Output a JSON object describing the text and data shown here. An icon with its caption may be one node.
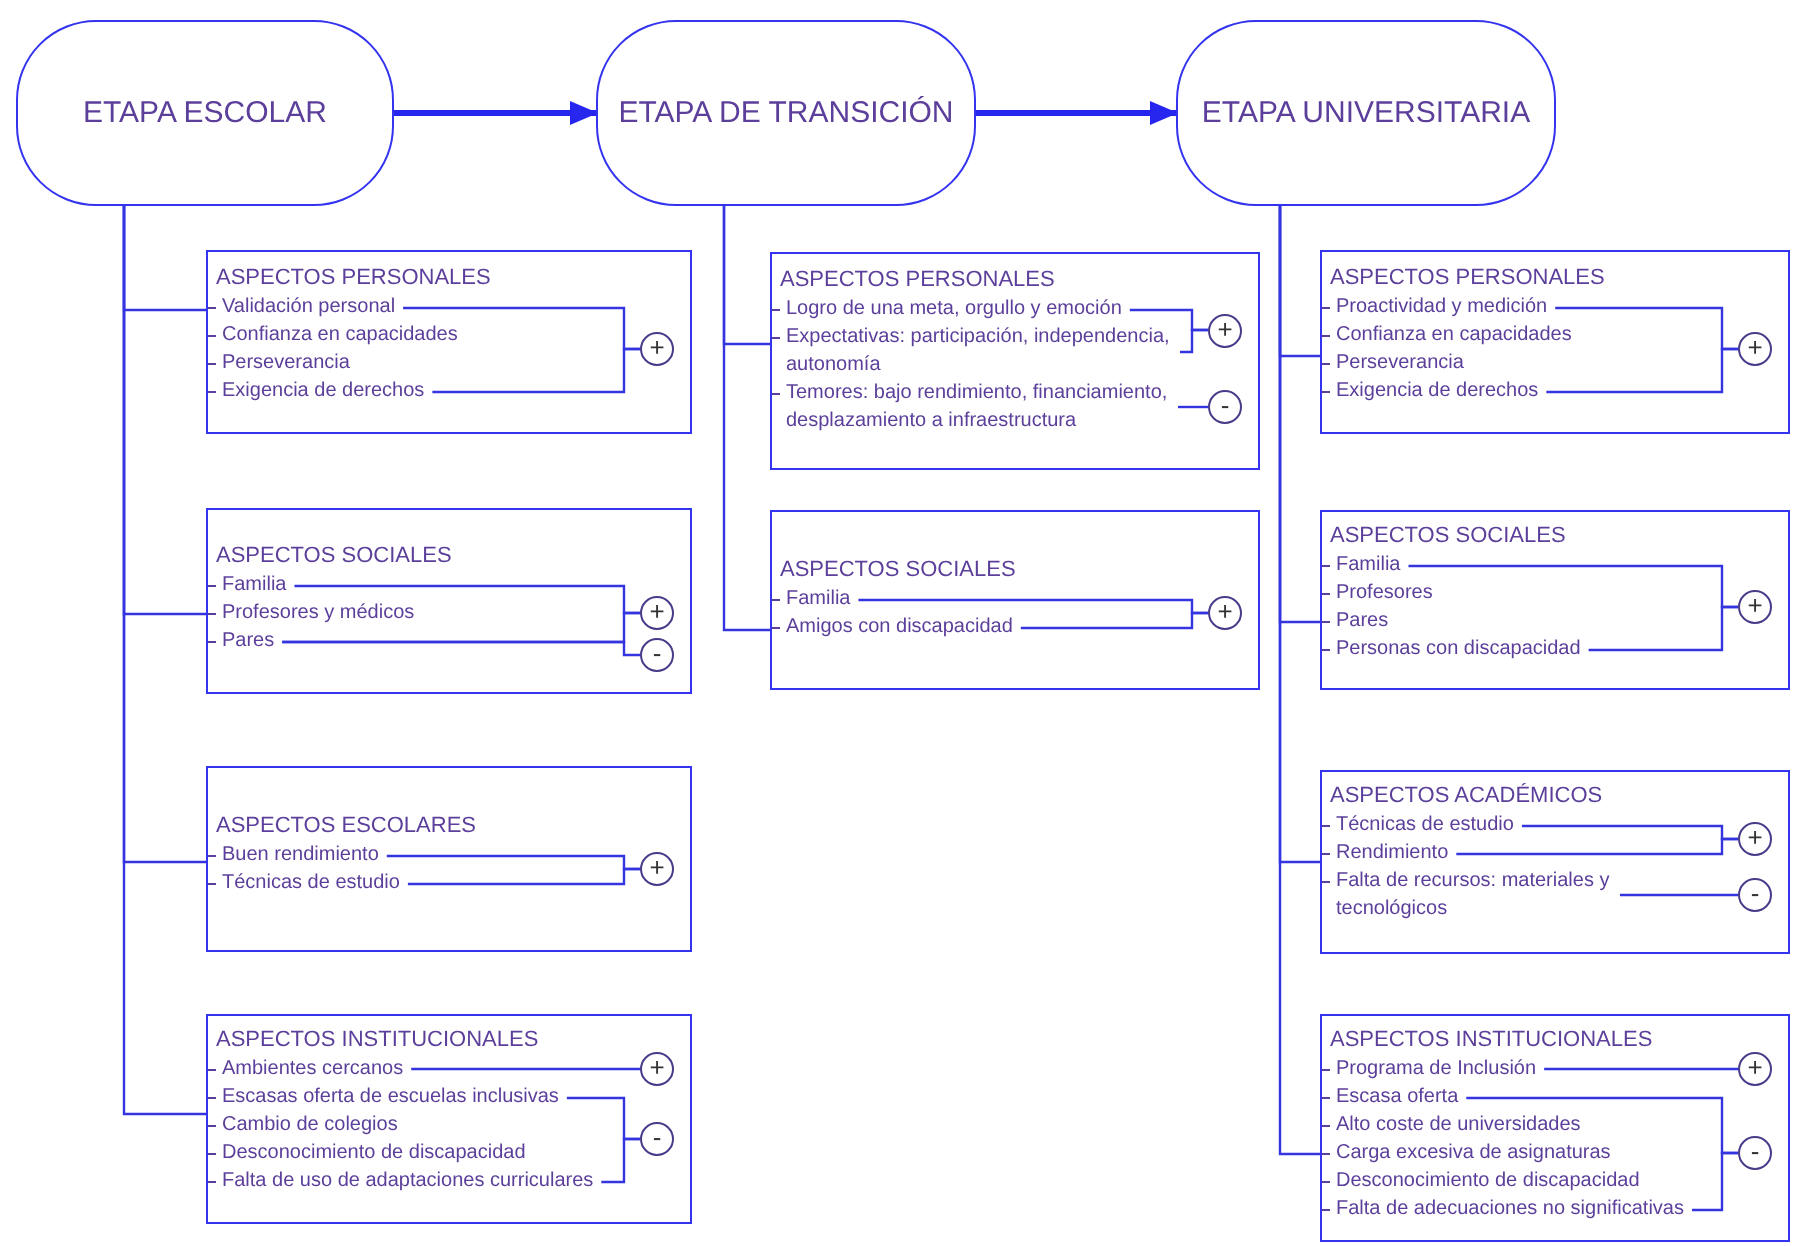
{
  "diagram": {
    "nodes": [
      {
        "text": [
          "ETAPA ESCOLAR"
        ]
      },
      {
        "text": [
          "ETAPA DE TRANSICIÓN"
        ]
      },
      {
        "text": [
          "ETAPA UNIVERSITARIA"
        ]
      },
      {
        "text": [
          "ASPECTOS PERSONALES"
        ]
      },
      {
        "text": [
          "Validación personal"
        ],
        "in": 3
      },
      {
        "text": [
          "Confianza en capacidades"
        ],
        "in": 3
      },
      {
        "text": [
          "Perseverancia"
        ],
        "in": 3
      },
      {
        "text": [
          "Exigencia de derechos"
        ],
        "in": 3
      },
      {
        "text": [
          "+"
        ],
        "in": 3
      },
      {
        "text": [
          "ASPECTOS SOCIALES"
        ]
      },
      {
        "text": [
          "Familia"
        ],
        "in": 9
      },
      {
        "text": [
          "Profesores y médicos"
        ],
        "in": 9
      },
      {
        "text": [
          "Pares"
        ],
        "in": 9
      },
      {
        "text": [
          "+"
        ],
        "in": 9
      },
      {
        "text": [
          "-"
        ],
        "in": 9
      },
      {
        "text": [
          "ASPECTOS ESCOLARES"
        ]
      },
      {
        "text": [
          "Buen rendimiento"
        ],
        "in": 15
      },
      {
        "text": [
          "Técnicas de estudio"
        ],
        "in": 15
      },
      {
        "text": [
          "+"
        ],
        "in": 15
      },
      {
        "text": [
          "ASPECTOS INSTITUCIONALES"
        ]
      },
      {
        "text": [
          "Ambientes cercanos"
        ],
        "in": 19
      },
      {
        "text": [
          "+"
        ],
        "in": 19
      },
      {
        "text": [
          "Escasas oferta de escuelas inclusivas"
        ],
        "in": 19
      },
      {
        "text": [
          "Cambio de colegios"
        ],
        "in": 19
      },
      {
        "text": [
          "Desconocimiento de discapacidad"
        ],
        "in": 19
      },
      {
        "text": [
          "Falta de uso de adaptaciones curriculares"
        ],
        "in": 19
      },
      {
        "text": [
          "-"
        ],
        "in": 19
      },
      {
        "text": [
          "ASPECTOS PERSONALES"
        ]
      },
      {
        "text": [
          "Logro de una meta, orgullo y emoción"
        ],
        "in": 27
      },
      {
        "text": [
          "Expectativas: participación, independencia, autonomía"
        ],
        "in": 27
      },
      {
        "text": [
          "+"
        ],
        "in": 27
      },
      {
        "text": [
          "Temores: bajo rendimiento, financiamiento, desplazamiento a infraestructura"
        ],
        "in": 27
      },
      {
        "text": [
          "-"
        ],
        "in": 27
      },
      {
        "text": [
          "ASPECTOS SOCIALES"
        ]
      },
      {
        "text": [
          "Familia"
        ],
        "in": 33
      },
      {
        "text": [
          "Amigos con discapacidad"
        ],
        "in": 33
      },
      {
        "text": [
          "+"
        ],
        "in": 33
      },
      {
        "text": [
          "ASPECTOS PERSONALES"
        ]
      },
      {
        "text": [
          "Proactividad y medición"
        ],
        "in": 37
      },
      {
        "text": [
          "Confianza en capacidades"
        ],
        "in": 37
      },
      {
        "text": [
          "Perseverancia"
        ],
        "in": 37
      },
      {
        "text": [
          "Exigencia de derechos"
        ],
        "in": 37
      },
      {
        "text": [
          "+"
        ],
        "in": 37
      },
      {
        "text": [
          "ASPECTOS SOCIALES"
        ]
      },
      {
        "text": [
          "Familia"
        ],
        "in": 43
      },
      {
        "text": [
          "Profesores"
        ],
        "in": 43
      },
      {
        "text": [
          "Pares"
        ],
        "in": 43
      },
      {
        "text": [
          "Personas con discapacidad"
        ],
        "in": 43
      },
      {
        "text": [
          "+"
        ],
        "in": 43
      },
      {
        "text": [
          "ASPECTOS ACADÉMICOS"
        ]
      },
      {
        "text": [
          "Técnicas de estudio"
        ],
        "in": 49
      },
      {
        "text": [
          "Rendimiento"
        ],
        "in": 49
      },
      {
        "text": [
          "+"
        ],
        "in": 49
      },
      {
        "text": [
          "Falta de recursos: materiales y tecnológicos"
        ],
        "in": 49
      },
      {
        "text": [
          "-"
        ],
        "in": 49
      },
      {
        "text": [
          "ASPECTOS INSTITUCIONALES"
        ]
      },
      {
        "text": [
          "Programa de Inclusión"
        ],
        "in": 55
      },
      {
        "text": [
          "+"
        ],
        "in": 55
      },
      {
        "text": [
          "Escasa oferta"
        ],
        "in": 55
      },
      {
        "text": [
          "Alto coste de universidades"
        ],
        "in": 55
      },
      {
        "text": [
          "Carga excesiva de asignaturas"
        ],
        "in": 55
      },
      {
        "text": [
          "Desconocimiento de discapacidad"
        ],
        "in": 55
      },
      {
        "text": [
          "Falta de adecuaciones no significativas"
        ],
        "in": 55
      },
      {
        "text": [
          "-"
        ],
        "in": 55
      }
    ],
    "edges": [
      {
        "from": 0,
        "to": 1,
        "arrow": "to",
        "style": "thick"
      },
      {
        "from": 1,
        "to": 2,
        "arrow": "to",
        "style": "thick"
      },
      {
        "from": 0,
        "to": 3,
        "arrow": "none"
      },
      {
        "from": 0,
        "to": 9,
        "arrow": "none"
      },
      {
        "from": 0,
        "to": 15,
        "arrow": "none"
      },
      {
        "from": 0,
        "to": 19,
        "arrow": "none"
      },
      {
        "from": 1,
        "to": 27,
        "arrow": "none"
      },
      {
        "from": 1,
        "to": 33,
        "arrow": "none"
      },
      {
        "from": 2,
        "to": 37,
        "arrow": "none"
      },
      {
        "from": 2,
        "to": 43,
        "arrow": "none"
      },
      {
        "from": 2,
        "to": 49,
        "arrow": "none"
      },
      {
        "from": 2,
        "to": 55,
        "arrow": "none"
      },
      {
        "from": 4,
        "to": 8,
        "arrow": "none"
      },
      {
        "from": 7,
        "to": 8,
        "arrow": "none"
      },
      {
        "from": 10,
        "to": 13,
        "arrow": "none"
      },
      {
        "from": 12,
        "to": 13,
        "arrow": "none"
      },
      {
        "from": 12,
        "to": 14,
        "arrow": "none"
      },
      {
        "from": 16,
        "to": 18,
        "arrow": "none"
      },
      {
        "from": 17,
        "to": 18,
        "arrow": "none"
      },
      {
        "from": 20,
        "to": 21,
        "arrow": "none"
      },
      {
        "from": 22,
        "to": 26,
        "arrow": "none"
      },
      {
        "from": 25,
        "to": 26,
        "arrow": "none"
      },
      {
        "from": 28,
        "to": 30,
        "arrow": "none"
      },
      {
        "from": 29,
        "to": 30,
        "arrow": "none"
      },
      {
        "from": 31,
        "to": 32,
        "arrow": "none"
      },
      {
        "from": 34,
        "to": 36,
        "arrow": "none"
      },
      {
        "from": 35,
        "to": 36,
        "arrow": "none"
      },
      {
        "from": 38,
        "to": 42,
        "arrow": "none"
      },
      {
        "from": 41,
        "to": 42,
        "arrow": "none"
      },
      {
        "from": 44,
        "to": 48,
        "arrow": "none"
      },
      {
        "from": 47,
        "to": 48,
        "arrow": "none"
      },
      {
        "from": 50,
        "to": 52,
        "arrow": "none"
      },
      {
        "from": 51,
        "to": 52,
        "arrow": "none"
      },
      {
        "from": 53,
        "to": 54,
        "arrow": "none"
      },
      {
        "from": 56,
        "to": 57,
        "arrow": "none"
      },
      {
        "from": 58,
        "to": 63,
        "arrow": "none"
      },
      {
        "from": 62,
        "to": 63,
        "arrow": "none"
      }
    ]
  }
}
